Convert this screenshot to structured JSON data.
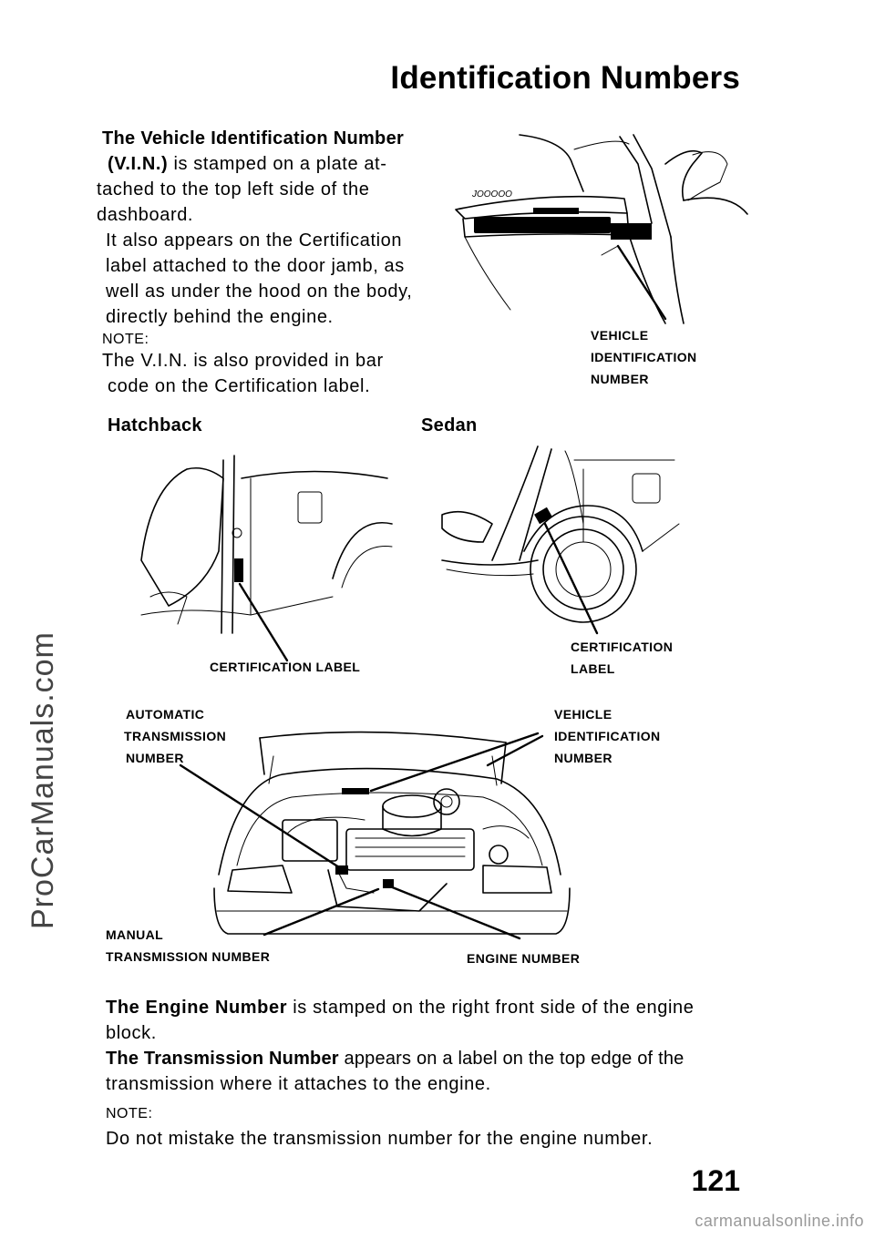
{
  "page": {
    "title": "Identification Numbers",
    "page_number": "121",
    "watermark": "ProCarManuals.com",
    "footer_site": "carmanualsonline.info"
  },
  "vin_section": {
    "heading": "The Vehicle Identification Number",
    "heading_cont": "(V.I.N.)",
    "line1_rest": " is stamped on a plate at-",
    "line2": "tached to the top left side of the",
    "line3": "dashboard.",
    "para2_line1": "It also appears on the Certification",
    "para2_line2": "label attached to the door jamb, as",
    "para2_line3": "well as under the hood on the body,",
    "para2_line4": "directly behind the engine.",
    "note_label": "NOTE:",
    "note_line1": "The V.I.N. is also provided in bar",
    "note_line2": "code on the Certification label.",
    "figure_label": [
      "VEHICLE",
      "IDENTIFICATION",
      "NUMBER"
    ],
    "figure_plate_text": "JOOOOO"
  },
  "door_figures": {
    "hatchback_title": "Hatchback",
    "sedan_title": "Sedan",
    "hatchback_label": "CERTIFICATION LABEL",
    "sedan_label": [
      "CERTIFICATION",
      "LABEL"
    ]
  },
  "engine_figure": {
    "auto_trans_label": [
      "AUTOMATIC",
      "TRANSMISSION",
      "NUMBER"
    ],
    "vin_label": [
      "VEHICLE",
      "IDENTIFICATION",
      "NUMBER"
    ],
    "manual_trans_label": [
      "MANUAL",
      "TRANSMISSION NUMBER"
    ],
    "engine_label": "ENGINE NUMBER"
  },
  "bottom_text": {
    "engine_bold": "The Engine Number",
    "engine_rest": " is stamped on the right front side of the engine",
    "engine_line2": "block.",
    "trans_bold": "The Transmission Number",
    "trans_rest": " appears on a label on the top edge of the",
    "trans_line2": "transmission where it attaches to the engine.",
    "note_label": "NOTE:",
    "note_text": "Do not mistake the transmission number for the engine number."
  }
}
